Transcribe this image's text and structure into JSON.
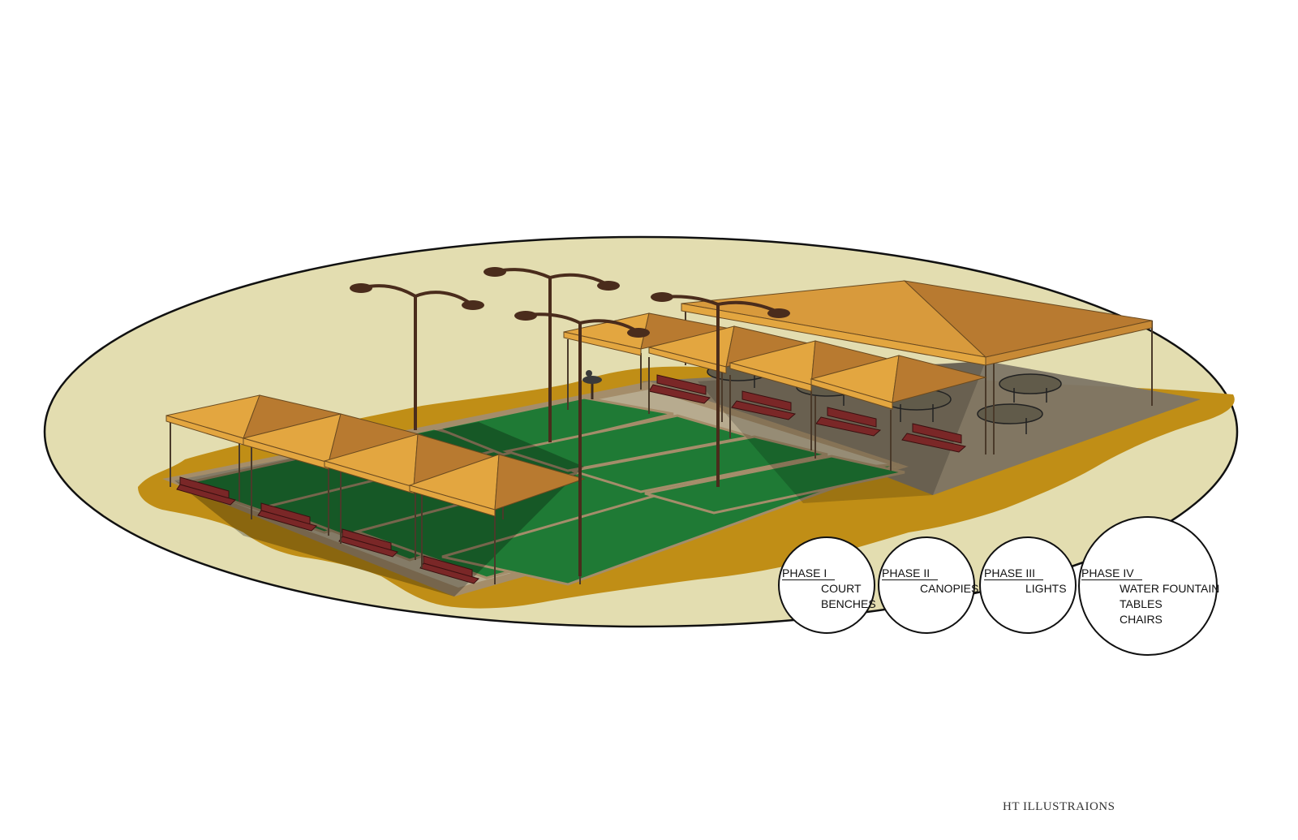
{
  "colors": {
    "ellipse_fill": "#e3ddb0",
    "ground_pad": "#c08e16",
    "court_green": "#1f7a35",
    "court_border": "#a48d6a",
    "canopy_light": "#e3a640",
    "canopy_dark": "#b87a30",
    "bench": "#7a2727",
    "pole": "#4a2c1c"
  },
  "phases": [
    {
      "label": "PHASE I",
      "items": [
        "COURT",
        "BENCHES"
      ]
    },
    {
      "label": "PHASE II",
      "items": [
        "CANOPIES"
      ]
    },
    {
      "label": "PHASE III",
      "items": [
        "LIGHTS"
      ]
    },
    {
      "label": "PHASE IV",
      "items": [
        "WATER FOUNTAIN",
        "TABLES",
        "CHAIRS"
      ]
    }
  ],
  "credit": "HT ILLUSTRAIONS"
}
